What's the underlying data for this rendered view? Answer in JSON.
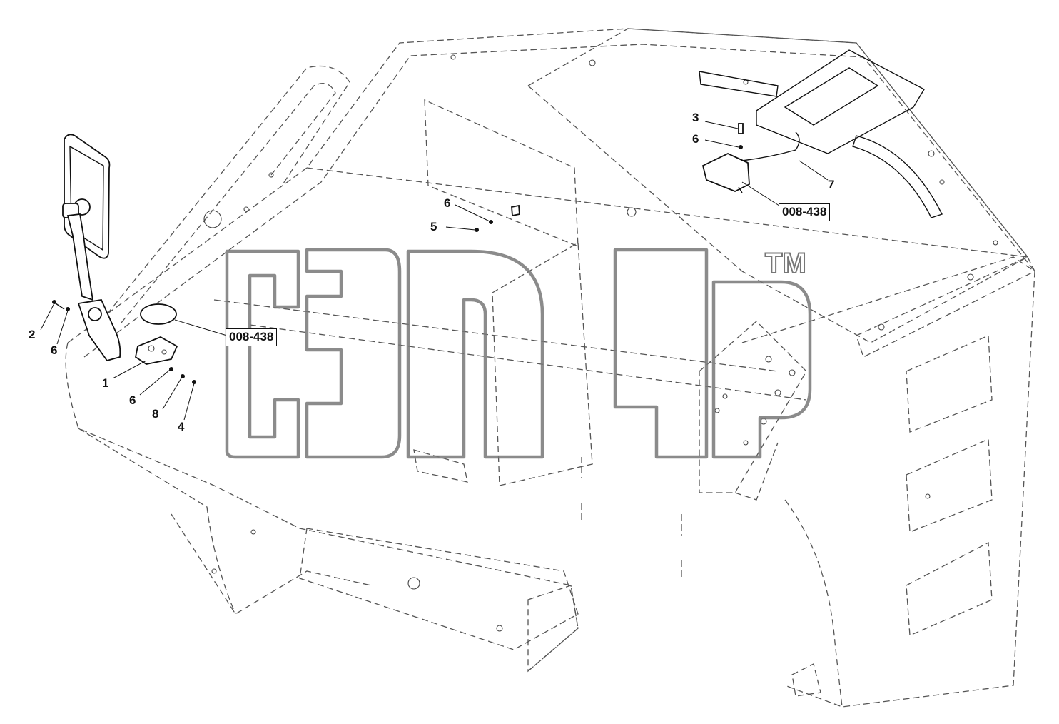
{
  "diagram": {
    "callouts": {
      "c1": "1",
      "c2": "2",
      "c3": "3",
      "c4": "4",
      "c5": "5",
      "c6a": "6",
      "c6b": "6",
      "c6c": "6",
      "c6d": "6",
      "c7": "7",
      "c8": "8"
    },
    "references": {
      "ref_left": "008-438",
      "ref_right": "008-438"
    },
    "watermark": {
      "trademark": "TM"
    }
  }
}
